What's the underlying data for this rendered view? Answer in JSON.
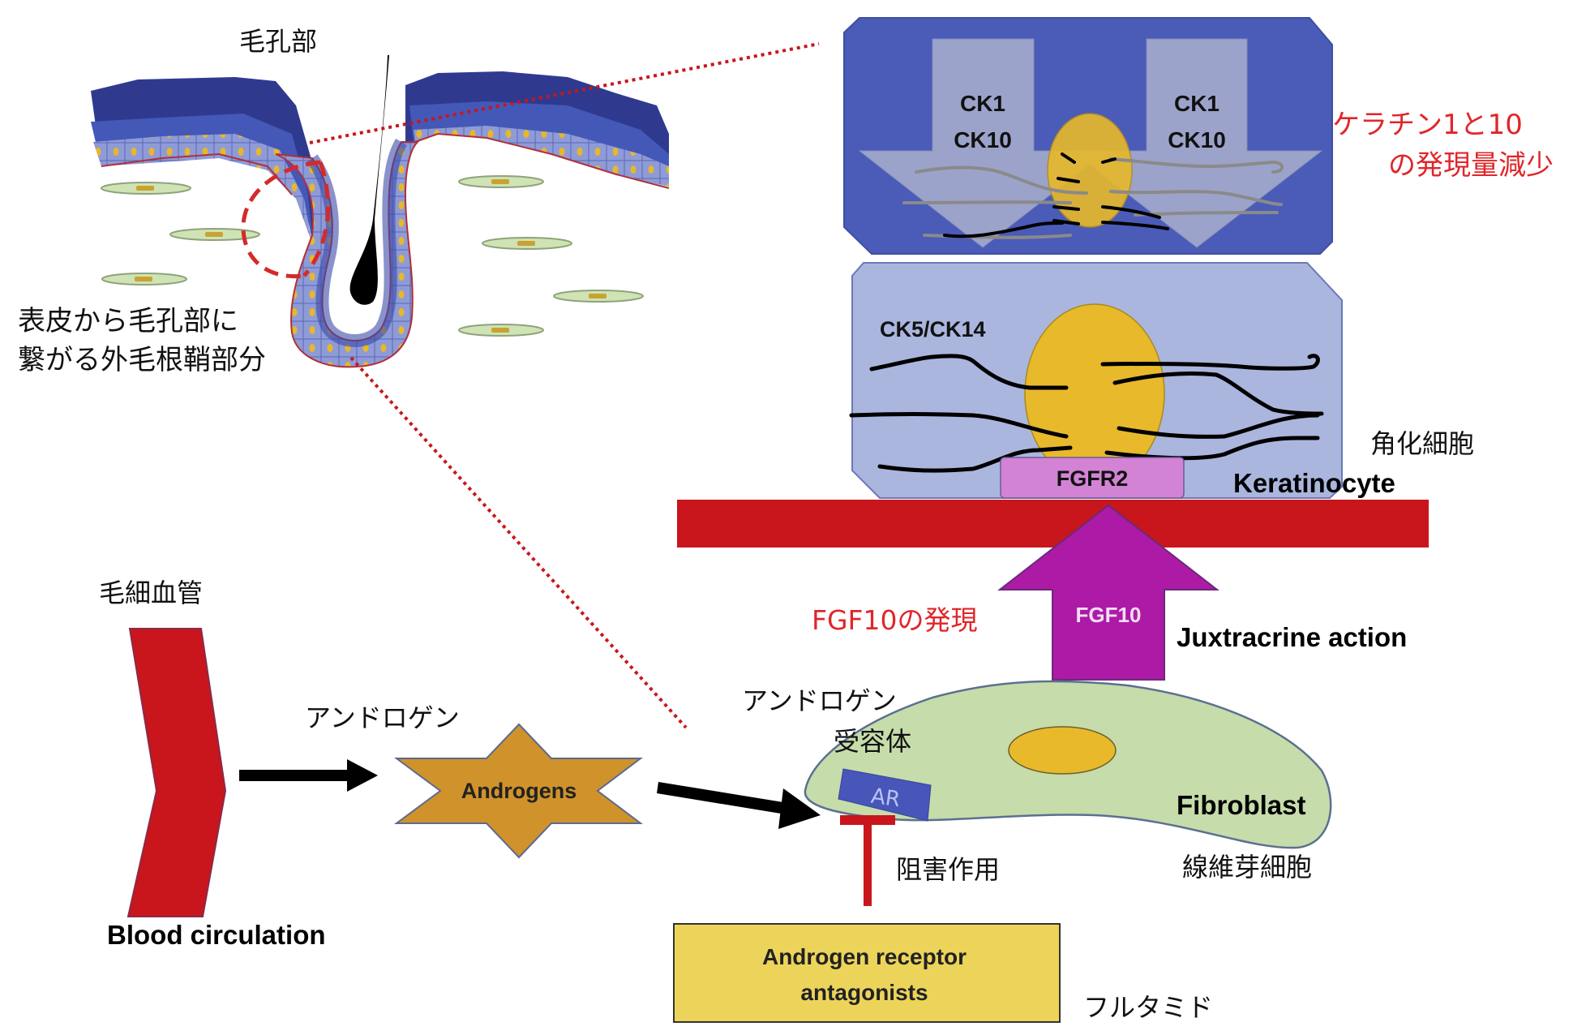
{
  "labels": {
    "pore": "毛孔部",
    "outer_root_sheath_line1": "表皮から毛孔部に",
    "outer_root_sheath_line2": "繋がる外毛根鞘部分",
    "capillary": "毛細血管",
    "blood_circulation": "Blood circulation",
    "androgen_jp": "アンドロゲン",
    "androgens": "Androgens",
    "androgen_receptor_jp_line1": "アンドロゲン",
    "androgen_receptor_jp_line2": "受容体",
    "ar": "AR",
    "inhibition_jp": "阻害作用",
    "antagonist_line1": "Androgen receptor",
    "antagonist_line2": "antagonists",
    "flutamide_jp": "フルタミド",
    "fibroblast": "Fibroblast",
    "fibroblast_jp": "線維芽細胞",
    "fgf10": "FGF10",
    "fgf10_expression_jp": "FGF10の発現",
    "juxtracrine": "Juxtracrine action",
    "fgfr2": "FGFR2",
    "keratinocyte": "Keratinocyte",
    "keratinocyte_jp": "角化細胞",
    "ck5_ck14": "CK5/CK14",
    "ck_left_line1": "CK1",
    "ck_left_line2": "CK10",
    "ck_right_line1": "CK1",
    "ck_right_line2": "CK10",
    "keratin_decrease_line1": "ケラチン1と10",
    "keratin_decrease_line2": "の発現量減少"
  },
  "colors": {
    "red_annotation": "#e0262a",
    "blood_red": "#c8161c",
    "upper_cell": "#4a5bb8",
    "lower_cell": "#aab6de",
    "nucleus": "#e8b92a",
    "fgfr2": "#d383d4",
    "fgf10_arrow": "#ad1aa6",
    "fibroblast": "#c6dcaa",
    "ar_box": "#4756b8",
    "androgen_star": "#d0922a",
    "antagonist_box": "#ecd45a"
  }
}
